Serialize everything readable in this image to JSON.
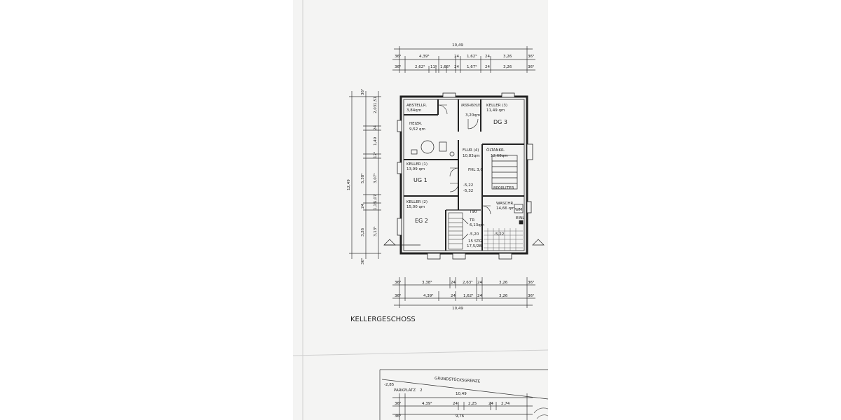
{
  "plan": {
    "title": "KELLERGESCHOSS",
    "top_dims": {
      "overall": "10,49",
      "row1": [
        "36⁵",
        "4,39⁵",
        "24",
        "1,62⁵",
        "24",
        "3,26",
        "36⁵"
      ],
      "row2": [
        "36⁵",
        "2,62⁵",
        "11⁵",
        "1,65⁵",
        "24",
        "1,67⁵",
        "24",
        "3,26",
        "36⁵"
      ]
    },
    "bottom_dims": {
      "overall": "10,49",
      "row1": [
        "36⁵",
        "3,38⁵",
        "24",
        "2,63⁵",
        "24",
        "3,26",
        "36⁵"
      ],
      "row2": [
        "36⁵",
        "4,39⁵",
        "24",
        "1,62⁵",
        "24",
        "3,26",
        "36⁵"
      ]
    },
    "left_dims": {
      "overall": "12,49",
      "outer": [
        "36⁵",
        "5,38⁵",
        "24",
        "3,26",
        "36⁵"
      ],
      "inner": [
        "2,03",
        "24",
        "1,49",
        "12⁵",
        "3,07⁵",
        "1,07",
        "1,15",
        "1,51",
        "3,13⁵"
      ]
    },
    "rooms": [
      {
        "name": "ABSTELLR.",
        "area": "3,84qm"
      },
      {
        "name": "WASSER-ANSCHLUSS",
        "area": "3,20qm"
      },
      {
        "name": "KELLER (3)",
        "area": "11,49 qm",
        "tag": "DG 3"
      },
      {
        "name": "HEIZR.",
        "area": "9,52 qm"
      },
      {
        "name": "FLUR (4)",
        "area": "10,83qm"
      },
      {
        "name": "ÖLTANKR.",
        "area": "12,68qm",
        "note": "8000LITER"
      },
      {
        "name": "KELLER (1)",
        "area": "13,99 qm",
        "tag": "UG 1"
      },
      {
        "name": "KELLER (2)",
        "area": "15,00 qm",
        "tag": "EG 2"
      },
      {
        "name": "WASCHR.",
        "area": "14,66 qm"
      }
    ],
    "annotations": {
      "fhl": "FHL 3,0",
      "lvl1": "-5,22",
      "lvl2": "-5,32",
      "t90": "T90",
      "stair_a": "TR",
      "stair_area": "6,13qm",
      "lvl3": "-5,20",
      "lvl4": "-5,22",
      "stg1": "15 STG",
      "stg2": "17,5/28",
      "wm": "WM",
      "einl": "EINL"
    }
  },
  "site": {
    "boundary_label": "GRUNDSTÜCKSGRENZE",
    "parking_label": "PARKPLATZ",
    "parking_number": "2",
    "level": "-2,85",
    "overall": "10,49",
    "row1": [
      "36⁵",
      "4,39⁵",
      "24",
      "2,25",
      "24",
      "2,74"
    ],
    "row2": [
      "36⁵",
      "9,76"
    ]
  }
}
